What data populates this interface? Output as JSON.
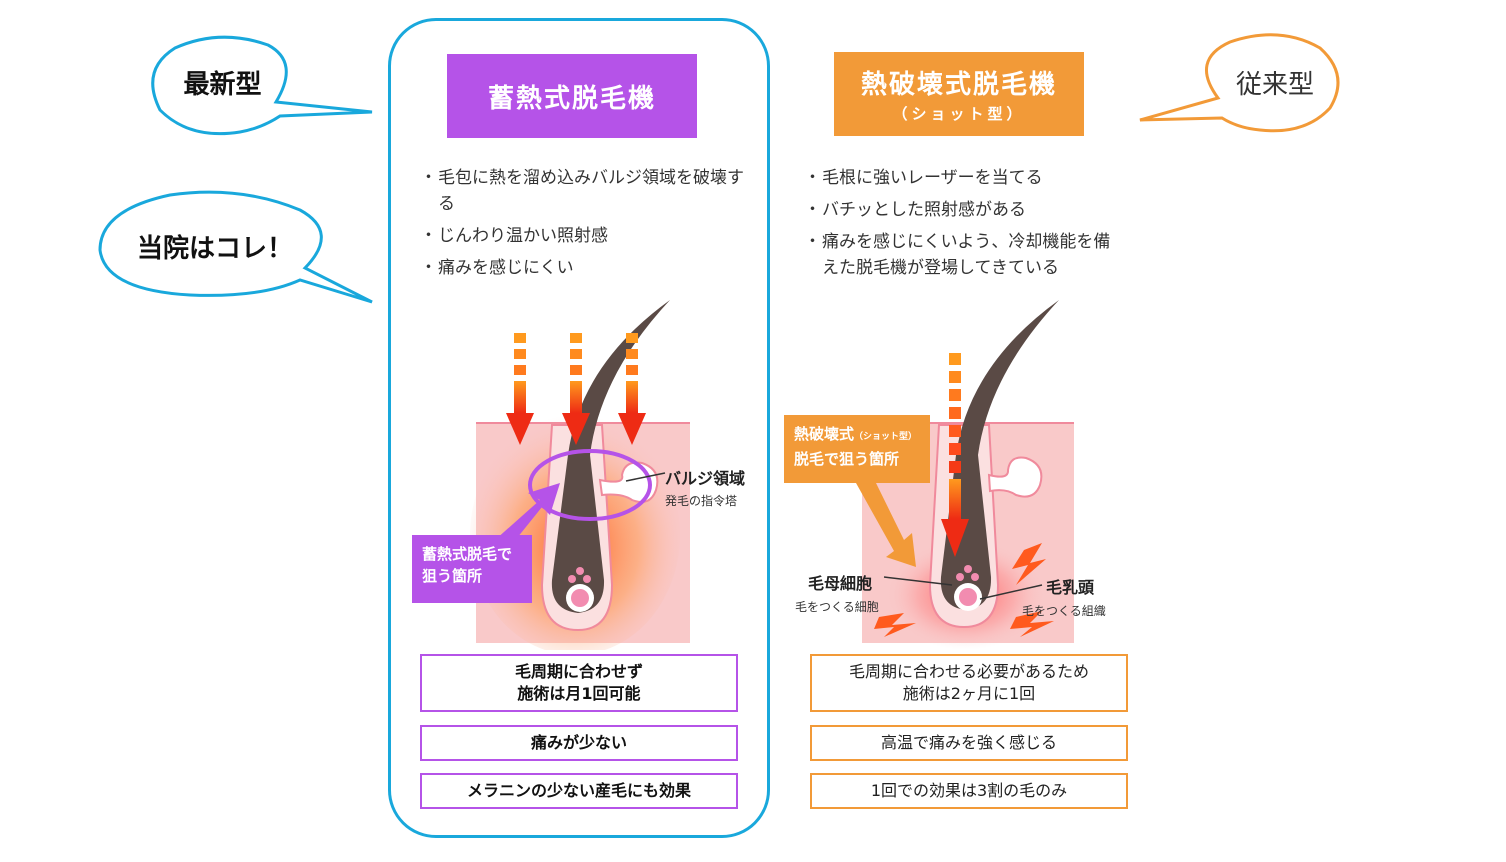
{
  "bubbles": {
    "latest": "最新型",
    "ours": "当院はコレ！",
    "conventional": "従来型"
  },
  "colors": {
    "blue": "#19a8dc",
    "purple": "#b553e8",
    "orange": "#f29a38",
    "skin": "#f9c9c9"
  },
  "left": {
    "title": "蓄熱式脱毛機",
    "bullets": [
      "毛包に熱を溜め込みバルジ領域を破壊する",
      "じんわり温かい照射感",
      "痛みを感じにくい"
    ],
    "callout_line1": "蓄熱式脱毛で",
    "callout_line2": "狙う箇所",
    "bulge_label": "バルジ領域",
    "bulge_sub": "発毛の指令塔",
    "features": [
      {
        "line1": "毛周期に合わせず",
        "line2": "施術は月1回可能"
      },
      {
        "line1": "痛みが少ない",
        "line2": ""
      },
      {
        "line1": "メラニンの少ない産毛にも効果",
        "line2": ""
      }
    ]
  },
  "right": {
    "title": "熱破壊式脱毛機",
    "subtitle": "（ショット型）",
    "bullets": [
      "毛根に強いレーザーを当てる",
      "バチッとした照射感がある",
      "痛みを感じにくいよう、冷却機能を備えた脱毛機が登場してきている"
    ],
    "callout_line1": "熱破壊式",
    "callout_small": "（ショット型）",
    "callout_line2": "脱毛で狙う箇所",
    "matrix_label": "毛母細胞",
    "matrix_sub": "毛をつくる細胞",
    "papilla_label": "毛乳頭",
    "papilla_sub": "毛をつくる組織",
    "features": [
      {
        "line1": "毛周期に合わせる必要があるため",
        "line2": "施術は2ヶ月に1回"
      },
      {
        "line1": "高温で痛みを強く感じる",
        "line2": ""
      },
      {
        "line1": "1回での効果は3割の毛のみ",
        "line2": ""
      }
    ]
  }
}
